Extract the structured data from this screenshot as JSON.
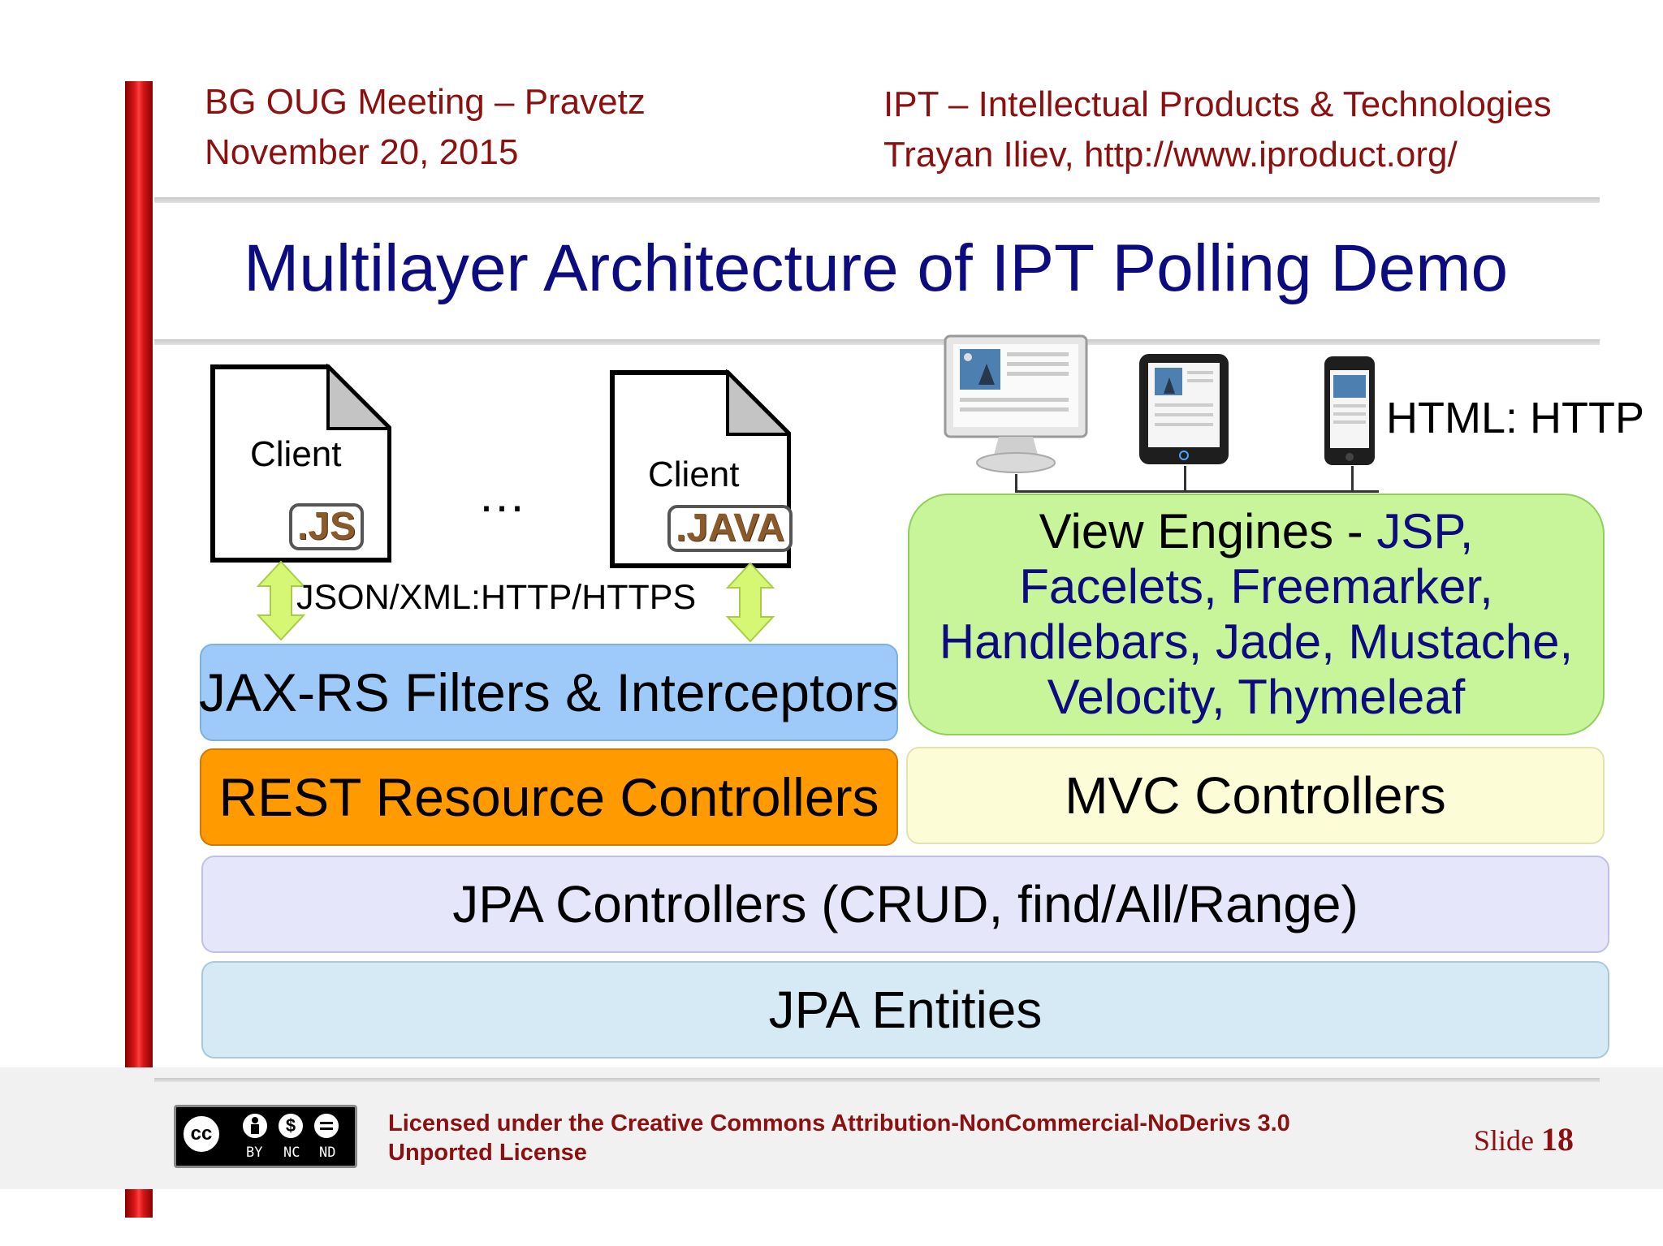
{
  "header": {
    "left_line1": "BG OUG Meeting – Pravetz",
    "left_line2": "November 20, 2015",
    "right_line1": "IPT – Intellectual Products & Technologies",
    "right_line2": "Trayan Iliev, http://www.iproduct.org/"
  },
  "title": "Multilayer Architecture of IPT Polling Demo",
  "clients": [
    {
      "label": "Client",
      "ext": ".JS"
    },
    {
      "label": "Client",
      "ext": ".JAVA"
    }
  ],
  "ellipsis": "…",
  "protocol_label": "JSON/XML:HTTP/HTTPS",
  "html_label": "HTML: HTTP",
  "layers": {
    "jaxrs": "JAX-RS Filters & Interceptors",
    "rest": "REST Resource Controllers",
    "view_engines_title": "View Engines - ",
    "view_engines_line1_rest": "JSP,",
    "view_engines_line2": "Facelets, Freemarker,",
    "view_engines_line3": "Handlebars, Jade, Mustache,",
    "view_engines_line4": "Velocity,  Thymeleaf",
    "mvc": "MVC Controllers",
    "jpa_controllers": "JPA Controllers (CRUD, find/All/Range)",
    "jpa_entities": "JPA Entities"
  },
  "colors": {
    "jaxrs": "#9dcaf8",
    "rest": "#ff9a00",
    "view_engines": "#c8f59a",
    "mvc": "#fcfcd6",
    "jpa_controllers": "#e6e6fb",
    "jpa_entities": "#d6eaf6",
    "header_text": "#8b1010",
    "title_text": "#0c0c80"
  },
  "footer": {
    "cc_badge": {
      "cc": "cc",
      "by": "BY",
      "nc": "NC",
      "nd": "ND"
    },
    "license_line1": "Licensed under the Creative Commons Attribution-NonCommercial-NoDerivs 3.0",
    "license_line2": "Unported License",
    "slide_label": "Slide",
    "slide_number": "18"
  }
}
